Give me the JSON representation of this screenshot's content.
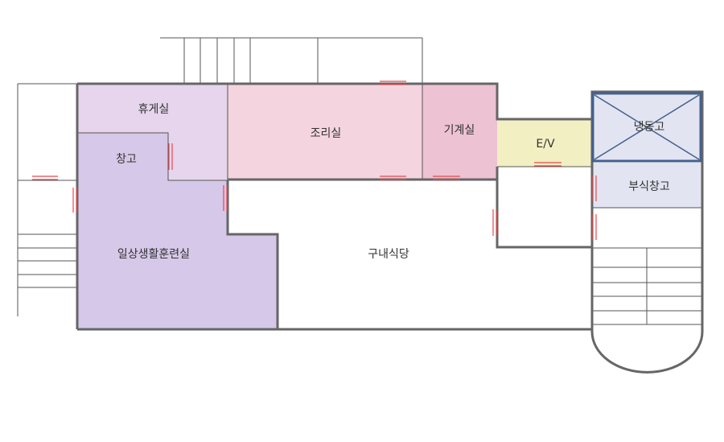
{
  "rooms": {
    "lounge": "휴게실",
    "storage": "창고",
    "kitchen": "조리실",
    "machine": "기계실",
    "elevator": "E/V",
    "freezer": "냉동고",
    "side_storage": "부식창고",
    "training": "일상생활훈련실",
    "cafeteria": "구내식당"
  },
  "colors": {
    "lounge": "#e6d5ec",
    "storage": "#d6c8e8",
    "kitchen": "#f4d4df",
    "machine": "#edc2d3",
    "elevator": "#f2efc3",
    "freezer": "#e2e4f1",
    "freezer_border": "#44608e",
    "side_storage": "#e2e4f1",
    "wall": "#666666",
    "door": "#e8474c"
  }
}
